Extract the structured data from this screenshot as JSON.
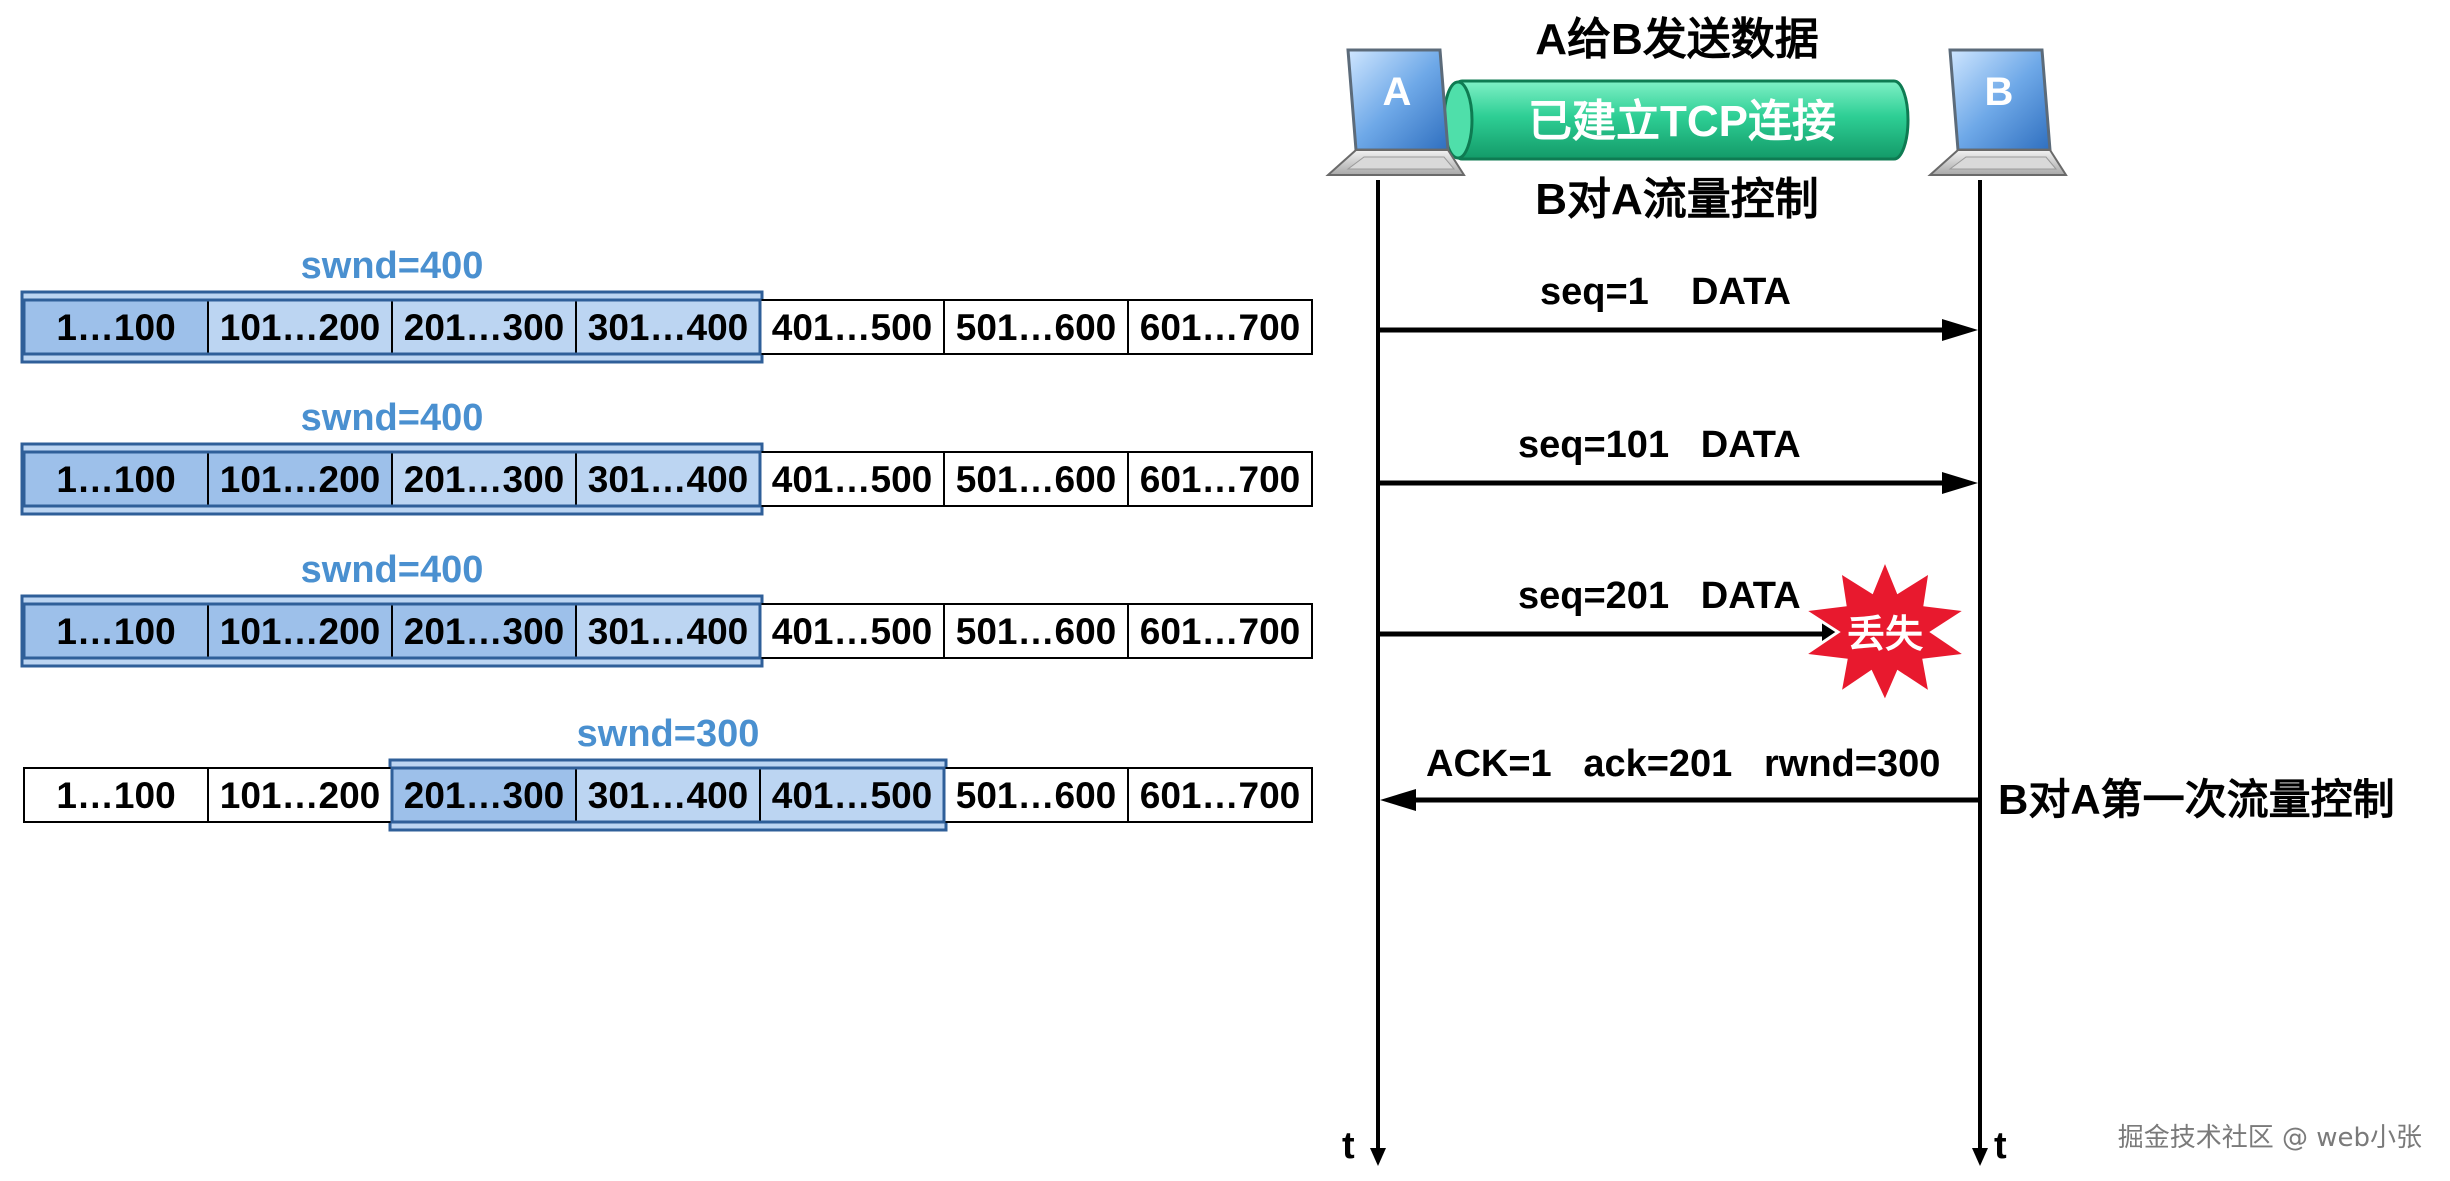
{
  "header": {
    "title": "A给B发送数据",
    "tcp_label": "已建立TCP连接",
    "subtitle": "B对A流量控制"
  },
  "hosts": {
    "a_label": "A",
    "b_label": "B"
  },
  "timeline": {
    "time_label": "t"
  },
  "segments": [
    "1…100",
    "101…200",
    "201…300",
    "301…400",
    "401…500",
    "501…600",
    "601…700"
  ],
  "rows": [
    {
      "swnd_label": "swnd=400",
      "window_start": 0,
      "window_size": 4,
      "sent_count": 1
    },
    {
      "swnd_label": "swnd=400",
      "window_start": 0,
      "window_size": 4,
      "sent_count": 2
    },
    {
      "swnd_label": "swnd=400",
      "window_start": 0,
      "window_size": 4,
      "sent_count": 3
    },
    {
      "swnd_label": "swnd=300",
      "window_start": 2,
      "window_size": 3,
      "sent_count": 3
    }
  ],
  "messages": [
    {
      "text": "seq=1    DATA",
      "direction": "A-to-B",
      "lost": false
    },
    {
      "text": "seq=101   DATA",
      "direction": "A-to-B",
      "lost": false
    },
    {
      "text": "seq=201   DATA",
      "direction": "A-to-B",
      "lost": true
    },
    {
      "text": "ACK=1   ack=201   rwnd=300",
      "direction": "B-to-A",
      "lost": false
    }
  ],
  "loss_label": "丢失",
  "flow_control_note": "B对A第一次流量控制",
  "watermark": "掘金技术社区 @ web小张",
  "colors": {
    "window_fill": "#bcd5f2",
    "sent_fill": "#9dc0ea",
    "window_border": "#2f5f99",
    "swnd_text": "#4a90d0",
    "tcp_pipe": "#2ecf95",
    "loss_star": "#e8192e"
  }
}
